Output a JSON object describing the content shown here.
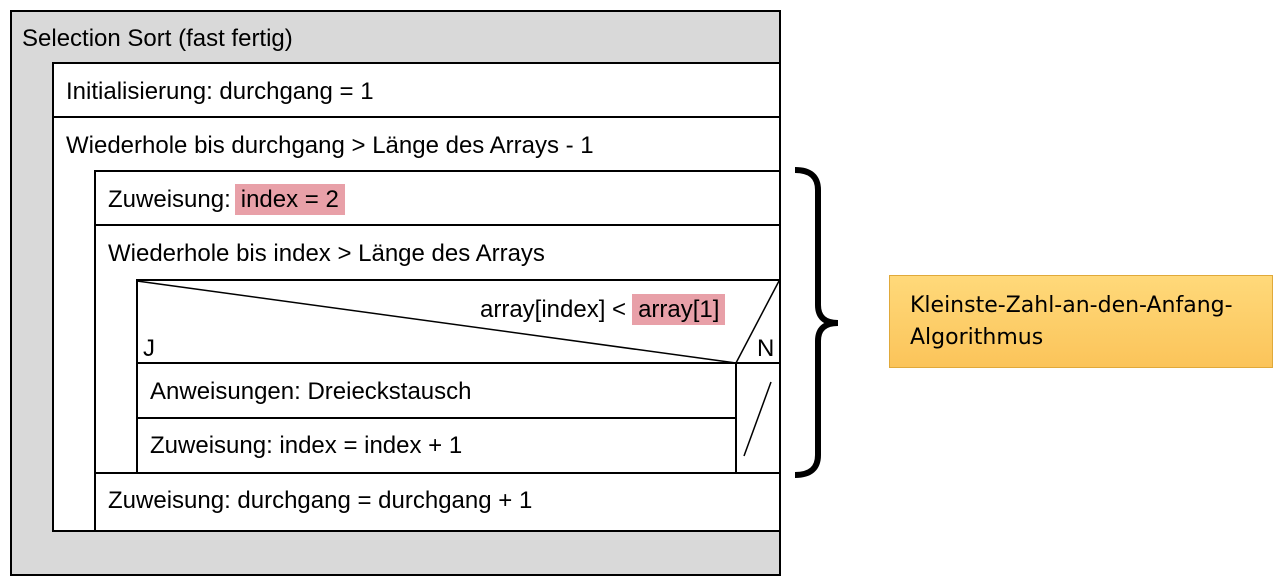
{
  "diagram": {
    "title": "Selection Sort (fast fertig)",
    "init": "Initialisierung: durchgang = 1",
    "outer_loop": "Wiederhole bis durchgang > Länge des Arrays - 1",
    "assign_index_prefix": "Zuweisung:",
    "assign_index_highlight": "index = 2",
    "inner_loop": "Wiederhole bis index > Länge des Arrays",
    "condition_prefix": "array[index] <",
    "condition_highlight": "array[1]",
    "yes_label": "J",
    "no_label": "N",
    "then_stmt1": "Anweisungen: Dreieckstausch",
    "then_stmt2": "Zuweisung: index = index + 1",
    "increment": "Zuweisung: durchgang = durchgang + 1",
    "highlight_color": "#e8a0a8"
  },
  "annotation": {
    "line1": "Kleinste-Zahl-an-den-Anfang-",
    "line2": "Algorithmus",
    "color": "#fbc45a"
  }
}
